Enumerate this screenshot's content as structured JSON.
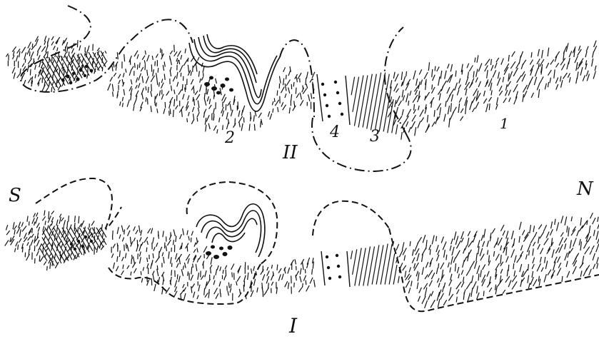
{
  "figure": {
    "ink_color": "#111111",
    "background": "#ffffff",
    "labels": {
      "south": "S",
      "north": "N",
      "section_upper": "II",
      "section_lower": "I",
      "unit_1": "1",
      "unit_2": "2",
      "unit_3": "3",
      "unit_4": "4"
    }
  }
}
